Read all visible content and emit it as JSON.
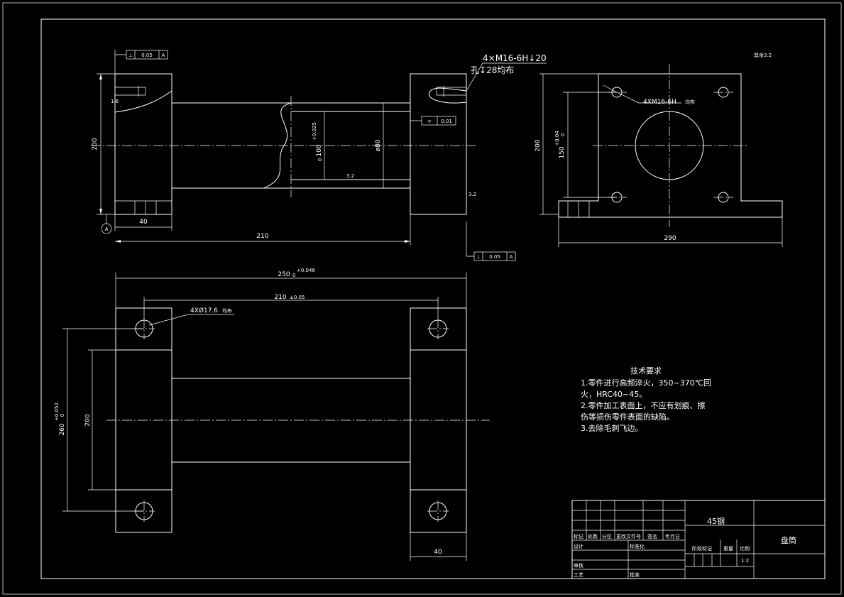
{
  "front_view": {
    "tol_frame_top": {
      "symbol": "⊥",
      "value": "0.05",
      "datum": "A"
    },
    "tol_frame_bottom": {
      "symbol": "⊥",
      "value": "0.05",
      "datum": "A"
    },
    "cylindricity_frame": {
      "symbol": "⌭",
      "value": "0.01"
    },
    "hole_callout_line1": "4×M16-6H↓20",
    "hole_callout_line2": "孔↧28均布",
    "dim_height": "200",
    "dim_base_width": "40",
    "dim_length": "210",
    "dim_bore": "100",
    "dim_bore_tol": "+0.025",
    "dim_bore_tol_lower": "0",
    "dim_shaft": "ø80",
    "datum_label": "A",
    "roughness_1": "1.6",
    "roughness_2": "3.2",
    "roughness_3": "3.2"
  },
  "side_view": {
    "hole_callout": "4XM16-6H",
    "hole_callout_suffix": "均布",
    "dim_height": "200",
    "dim_hole_spacing": "150",
    "dim_hole_spacing_tol": "+0.04",
    "dim_hole_spacing_tol_lower": "0",
    "dim_width": "290"
  },
  "top_view": {
    "dim_total_length": "250",
    "dim_total_length_tol": "+0.046",
    "dim_total_length_tol_lower": "0",
    "dim_hole_pitch": "210",
    "dim_hole_pitch_suffix": "±0.05",
    "hole_callout": "4XØ17.6",
    "hole_callout_suffix": "均布",
    "dim_overall_width": "260",
    "dim_overall_width_tol": "+0.052",
    "dim_overall_width_tol_lower": "0",
    "dim_inner_width": "200",
    "dim_flange_width": "40"
  },
  "roughness_note": "其余3.2",
  "tech_requirements": {
    "title": "技术要求",
    "line1": "1.零件进行高频淬火，350~370℃回",
    "line2": "火，HRC40~45。",
    "line3": "2.零件加工表面上，不应有划痕、擦",
    "line4": "伤等损伤零件表面的缺陷。",
    "line5": "3.去除毛刺飞边。"
  },
  "title_block": {
    "material": "45钢",
    "part_name": "盘筒",
    "hdr_mark": "标记",
    "hdr_count": "处数",
    "hdr_zone": "分区",
    "hdr_docno": "更改文件号",
    "hdr_sign": "签名",
    "hdr_date": "年月日",
    "design": "设计",
    "standardize": "标准化",
    "review": "审核",
    "process": "工艺",
    "approve": "批准",
    "stage_mark": "阶段标记",
    "weight": "重量",
    "scale_label": "比例",
    "scale": "1:2"
  }
}
